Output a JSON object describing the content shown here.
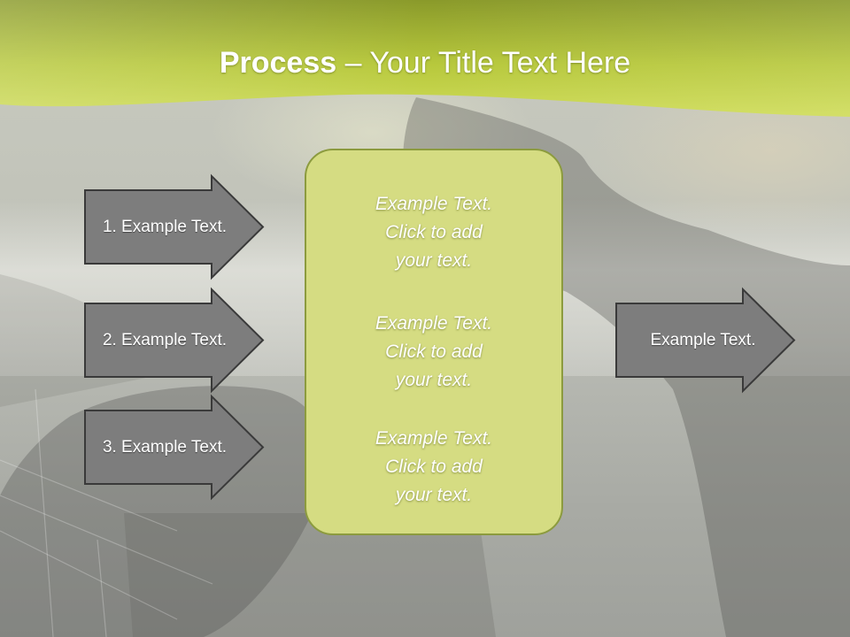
{
  "slide": {
    "title_bold": "Process",
    "title_rest": " – Your Title Text Here"
  },
  "arrows_left": [
    {
      "label": "1. Example Text."
    },
    {
      "label": "2. Example Text."
    },
    {
      "label": "3. Example Text."
    }
  ],
  "center_box": {
    "blocks": [
      {
        "line1": "Example Text.",
        "line2": "Click  to add",
        "line3": "your text."
      },
      {
        "line1": "Example Text.",
        "line2": "Click  to add",
        "line3": "your text."
      },
      {
        "line1": "Example Text.",
        "line2": "Click  to add",
        "line3": "your text."
      }
    ]
  },
  "arrow_right": {
    "label": "Example Text."
  },
  "colors": {
    "title_band_light": "#d4e05a",
    "title_band_dark": "#8a9a2a",
    "arrow_fill": "#7d7d7d",
    "arrow_stroke": "#3a3a3a",
    "box_fill": "#d5dc82",
    "box_border": "#8c9b3e"
  }
}
